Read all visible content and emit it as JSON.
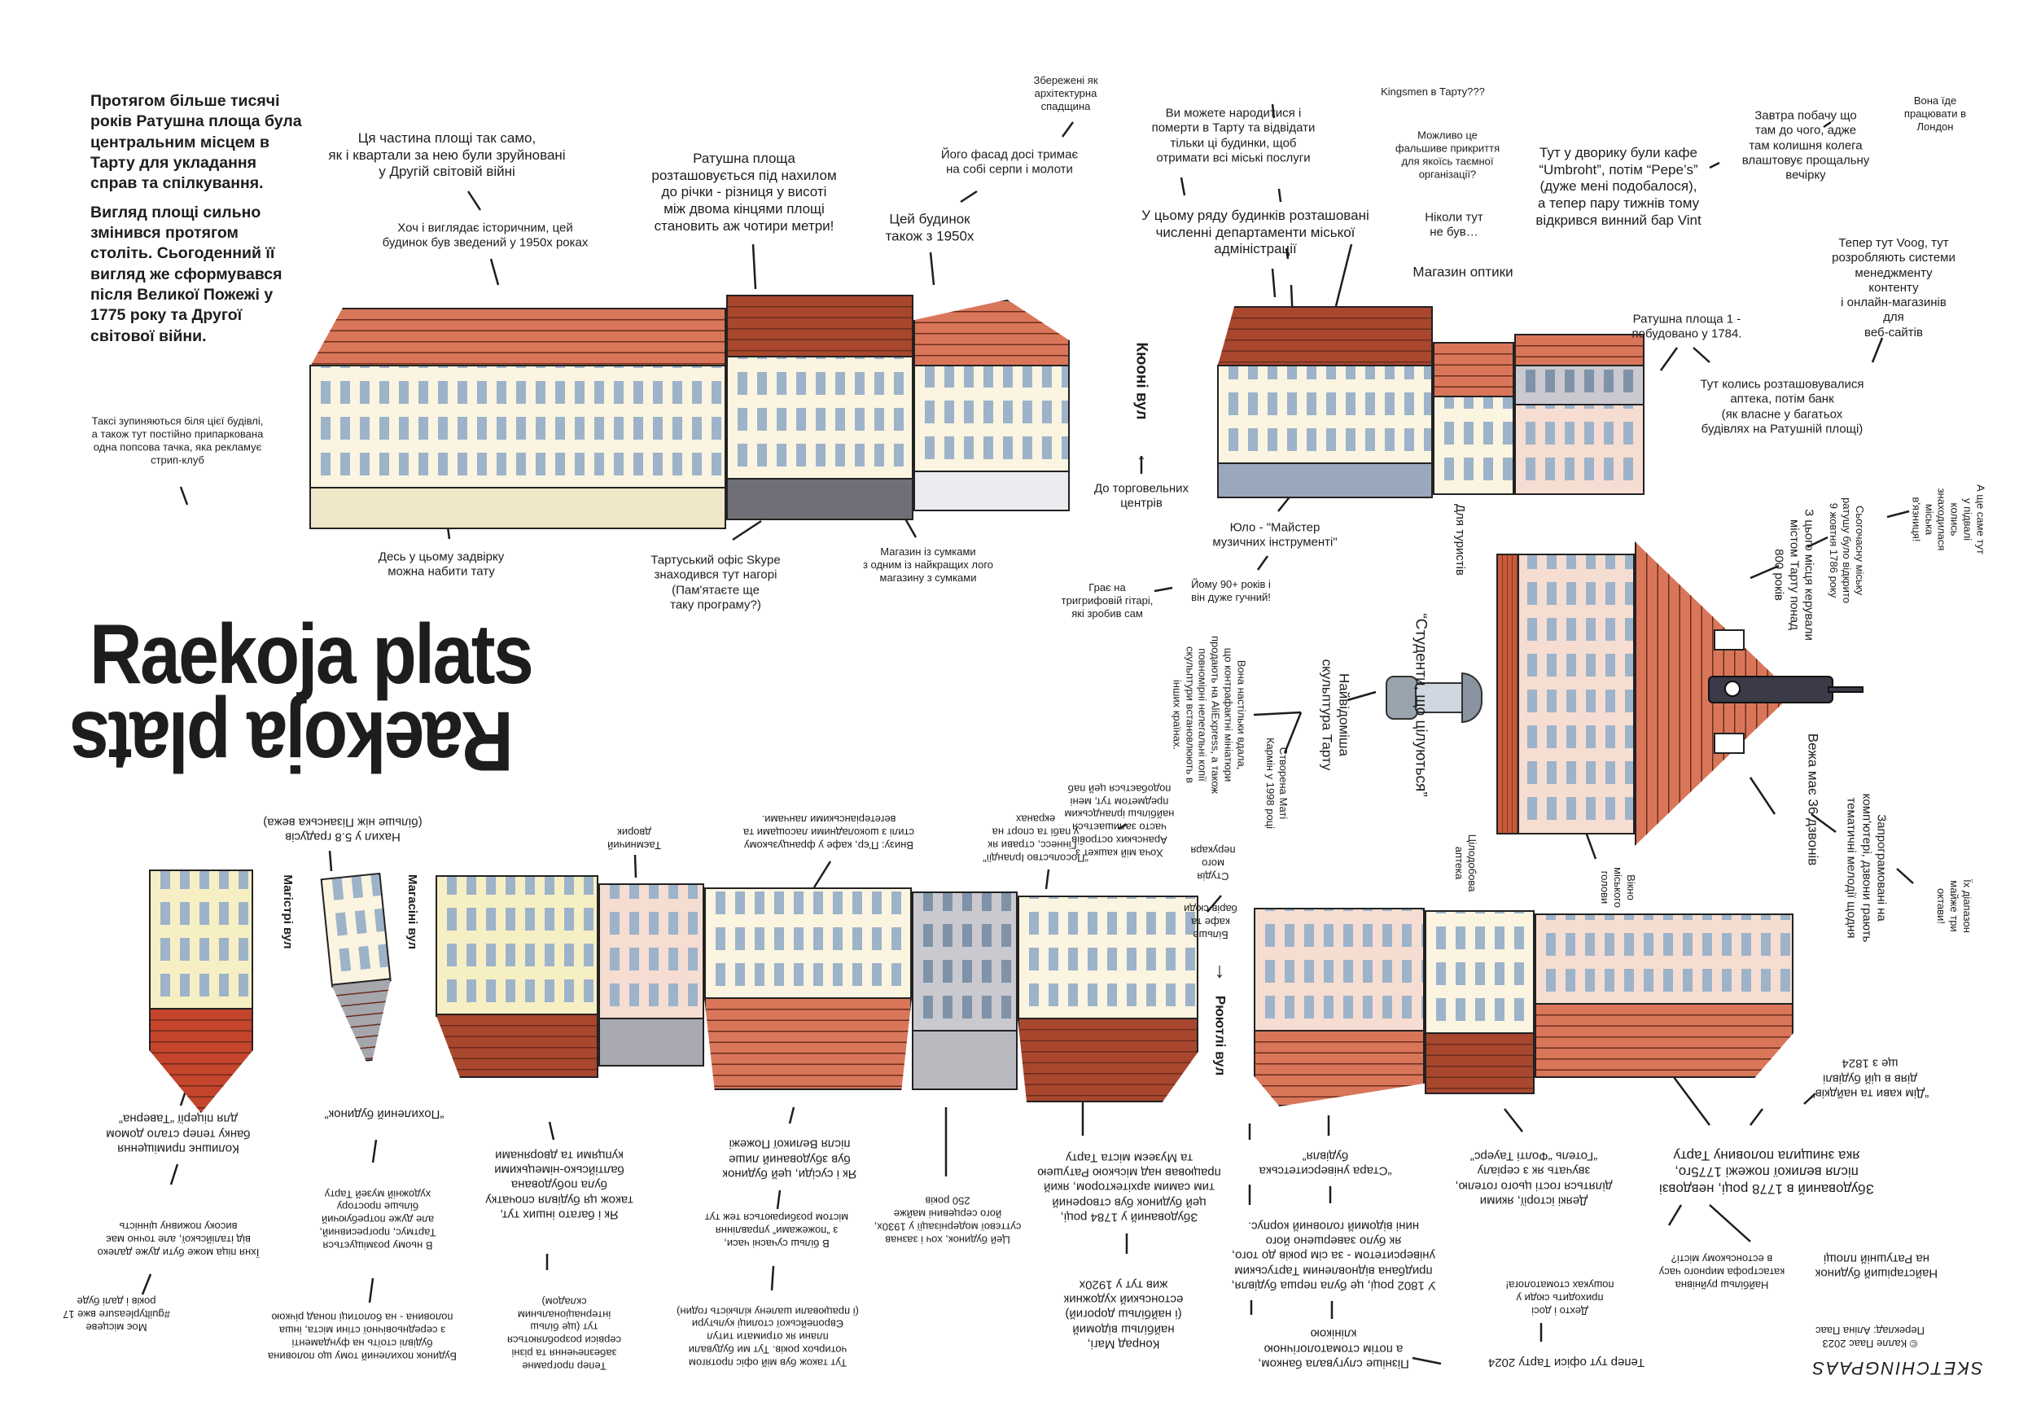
{
  "title": "Raekoja plats",
  "intro": {
    "p1": "Протягом більше тисячі років Ратушна площа була центральним місцем в Тарту для укладання справ та спілкування.",
    "p2": "Вигляд площі сильно змінився протягом століть. Сьогоденний її вигляд же сформувався після Великої Пожежі у 1775 року та Другої світової війни."
  },
  "streets": {
    "kyuni": "Кюоні вул",
    "magistri": "Магістрі вул",
    "magasini": "Магасіні вул",
    "ryutli": "Рюютлі вул"
  },
  "notes": {
    "destroyed": "Ця частина площі так само,\nяк і квартали за нею були зруйновані\nу Другій світовій війні",
    "historic": "Хоч і виглядає історичним, цей\nбудинок був зведений у 1950х роках",
    "taxi": "Таксі зупиняються біля цієї будівлі,\nа також тут постійно припаркована\nодна попсова тачка, яка рекламує\nстрип-клуб",
    "slope": "Ратушна площа\nрозташовується під нахилом\nдо річки - різниця у висоті\nміж двома кінцями площі\nстановить аж чотири метри!",
    "heritage": "Збережені як\nархітектурна\nспадщина",
    "sickles": "Його фасад досі тримає\nна собі серпи і молоти",
    "also1950": "Цей будинок\nтакож з 1950х",
    "born": "Ви можете народитися і\nпомерти в Тарту та відвідати\nтільки ці будинки, щоб\nотримати всі міські послуги",
    "departments": "У цьому ряду будинків розташовані\nчисленні департаменти міської\nадміністрації",
    "kingsmen": "Kingsmen в Тарту???",
    "fake": "Можливо це\nфальшиве прикриття\nдля якоїсь таємної\nорганізації?",
    "never": "Ніколи тут\nне був…",
    "optics": "Магазин оптики",
    "courtyard": "Тут у дворику були кафе\n“Umbroht”, потім “Pepe’s”\n(дуже мені подобалося),\nа тепер пару тижнів тому\nвідкрився винний бар Vint",
    "tomorrow": "Завтра побачу що\nтам до чого, адже\nтам колишня колега\nвлаштовує прощальну\nвечірку",
    "london": "Вона їде\nпрацювати в\nЛондон",
    "voog": "Тепер тут Voog, тут\nрозробляють системи\nменеджменту контенту\nі онлайн-магазинів для\nвеб-сайтів",
    "square1": "Ратушна площа 1 -\nпобудовано у 1784.",
    "pharmacy": "Тут колись розташовувалися\nаптека, потім банк\n(як власне у багатьох\nбудівлях на Ратушній площі)",
    "tattoo": "Десь у цьому задвірку\nможна набити тату",
    "skype": "Тартуський офіс Skype\nзнаходився тут нагорі\n(Пам'ятаєте ще\nтаку програму?)",
    "bags": "Магазин із сумками\nз одним із найкращих лого\nмагазину з сумками",
    "malls": "До торговельних\nцентрів",
    "ylo": "Юло - \"Майстер\nмузичних інструменті\"",
    "age90": "Йому 90+ років і\nвін дуже гучний!",
    "guitar": "Грає на\nтригрифовій гітарі,\nякі зробив сам",
    "tourists": "Для туристів",
    "kissing": "“Студенти, що цілуються”",
    "famous": "Найвідоміша\nскульптура Тарту",
    "created": "Створена Маті\nКармін у 1998 році",
    "aliexpress": "Вона настільки вдала,\nщо контрафактні мініатюри\nпродають на AliExpress, а також\nповномірні нелегальні копії\nскульптури встановлюють в\nінших країнах.",
    "ruled": "З цього місця керували\nмістом Тарту понад\n800 років",
    "opened": "Сьогочасну міську\nратушу було відкрито\n9 жовтня 1786 року",
    "prison": "А ще саме тут у підвалі\nколись знаходилася\nміська в'язниця!",
    "bells": "Вежа має 36 дзвонів",
    "programmed": "Запрограмовані на\nкомп'ютері, дзвони грають\nтематичні мелодії щодня",
    "octaves": "Їх діапазон майже три\nоктави!",
    "allnight": "Цілодобова\nаптека",
    "mayor": "Вікно\nміського\nголови",
    "tilt": "Нахил у 5.8 градусів\n(більше ніж Пізанська вежа)",
    "secret_yard": "Таємничий\nдворик",
    "pierre": "Внизу: П'єр, кафе у французькому\nстилі з шоколадними ласощами та\nвегетеріанськими ланчами.",
    "irish": "“Посольство Ірландії”\n- Гіннесс, страви як\nу пабі та спорт на\nекранах",
    "cap": "Хоча мій кашкет з\nАранських островів\nчасто залишається\nнайбільш ірландським\nпредметом тут, мені\nподобається цей паб",
    "hairdresser": "Студія\nмого\nперукаря",
    "more_cafes": "Більше\nкафе та\nбарів сюди",
    "taverna": "Колишнє приміщення\nбанку тепер стало домом\nдля піцерії “Таверна”",
    "pizza": "Їхня піца може бути дуже далеко\nвід італійської, але точно має\nвисоку поживну цінність",
    "guilty": "Моє місцеве\n#guiltypleasure вже 17\nроків і далі буде",
    "leaning": "“Похилений будинок”",
    "tartmus": "В ньому розміщується\nТартмус, прогресивний,\nале дуже потребуючий\nбільше простору\nхудожній музей Тарту",
    "leaning_why": "Будинок похилений тому що половина\nбудівлі стоїть на фундаменті\nз середньовічної стіни міста, інша\nполовина - на болотиці понад річкою",
    "baltic": "Як і багато інших тут,\nтакож ця будівля спочатку\nбула побудована\nбалтійсько-німецькими\nкупцями та дворянами",
    "software": "Тепер програмне\nзабезпечення та різні\nсервіси розробляються\nтут (ще більш\nінтернаціональним\nскладом)",
    "neighbours": "Як і сусіди, цей будинок\nбув збудований лише\nпісля Великої Пожежі",
    "fires": "В більш сучасні часи,\nз “пожежами” управління\nмістом розбираються теж тут",
    "office": "Тут також був мій офіс протягом\nчотирьох років. Тут ми будували\nплани як отримати титул\nЄвропейської столиці культури\n(і працювали шалену кількість годин)",
    "core250": "Цей будинок, хоч і зазнав\nсуттєвої модернізації у 1930х,\nйого серцевині майже\n250 років",
    "built1784": "Збудований у 1784 році,\nцей будинок був створений\nтим самим архітектором, який\nпрацював над міською Ратушею\nта Музеєм міста Тарту",
    "konrad": "Конрад Магі,\nнайбільш відомий\n(і найбільш дорогий)\nестонський художник\nжив тут у 1920х",
    "old_univ": "“Стара університетська\nбудівля”",
    "univ1802": "У 1802 році, це була перша будівля,\nпридбана відновленим Тартуським\nуніверситетом - за сім років до того,\nяк було завершено його\nнині відомий головний корпус.",
    "bank_clinic": "Пізніше слугувала банком,\nа потім стоматологічною\nклінікою",
    "fawlty": "Деякі історії, якими\nділяться гості цього готелю,\nзвучать як з серіалу\n“Готель “Фолті Тауерс”",
    "dentist": "Дехто і досі\nприходить сюди у\nпошуках стоматолога!",
    "tartu2024": "Тепер тут офіси Тарту 2024",
    "built1778": "Збудований в 1778 році, невдовзі\nпісля великої пожежі 1775го,\nяка знищила половину Тарту",
    "coffee": "“Дім кави та найдків”\nдіяв в цій будівлі\nще з 1824",
    "disaster": "Найбільш руйнівна\nкатастрофа мирного часу\nв естонському місті?",
    "oldest": "Найстаріший будинок\nна Ратушній площі"
  },
  "credits": {
    "copyright": "© Калле Паас 2023",
    "translation": "Переклад: Аліна Паас",
    "logo": "SKETCHINGPAAS"
  },
  "colors": {
    "roof": "#d9765a",
    "roof_dark": "#a8472e",
    "facade": "#fbf4e0",
    "window": "#9db3c9",
    "tower": "#3a3a48"
  }
}
